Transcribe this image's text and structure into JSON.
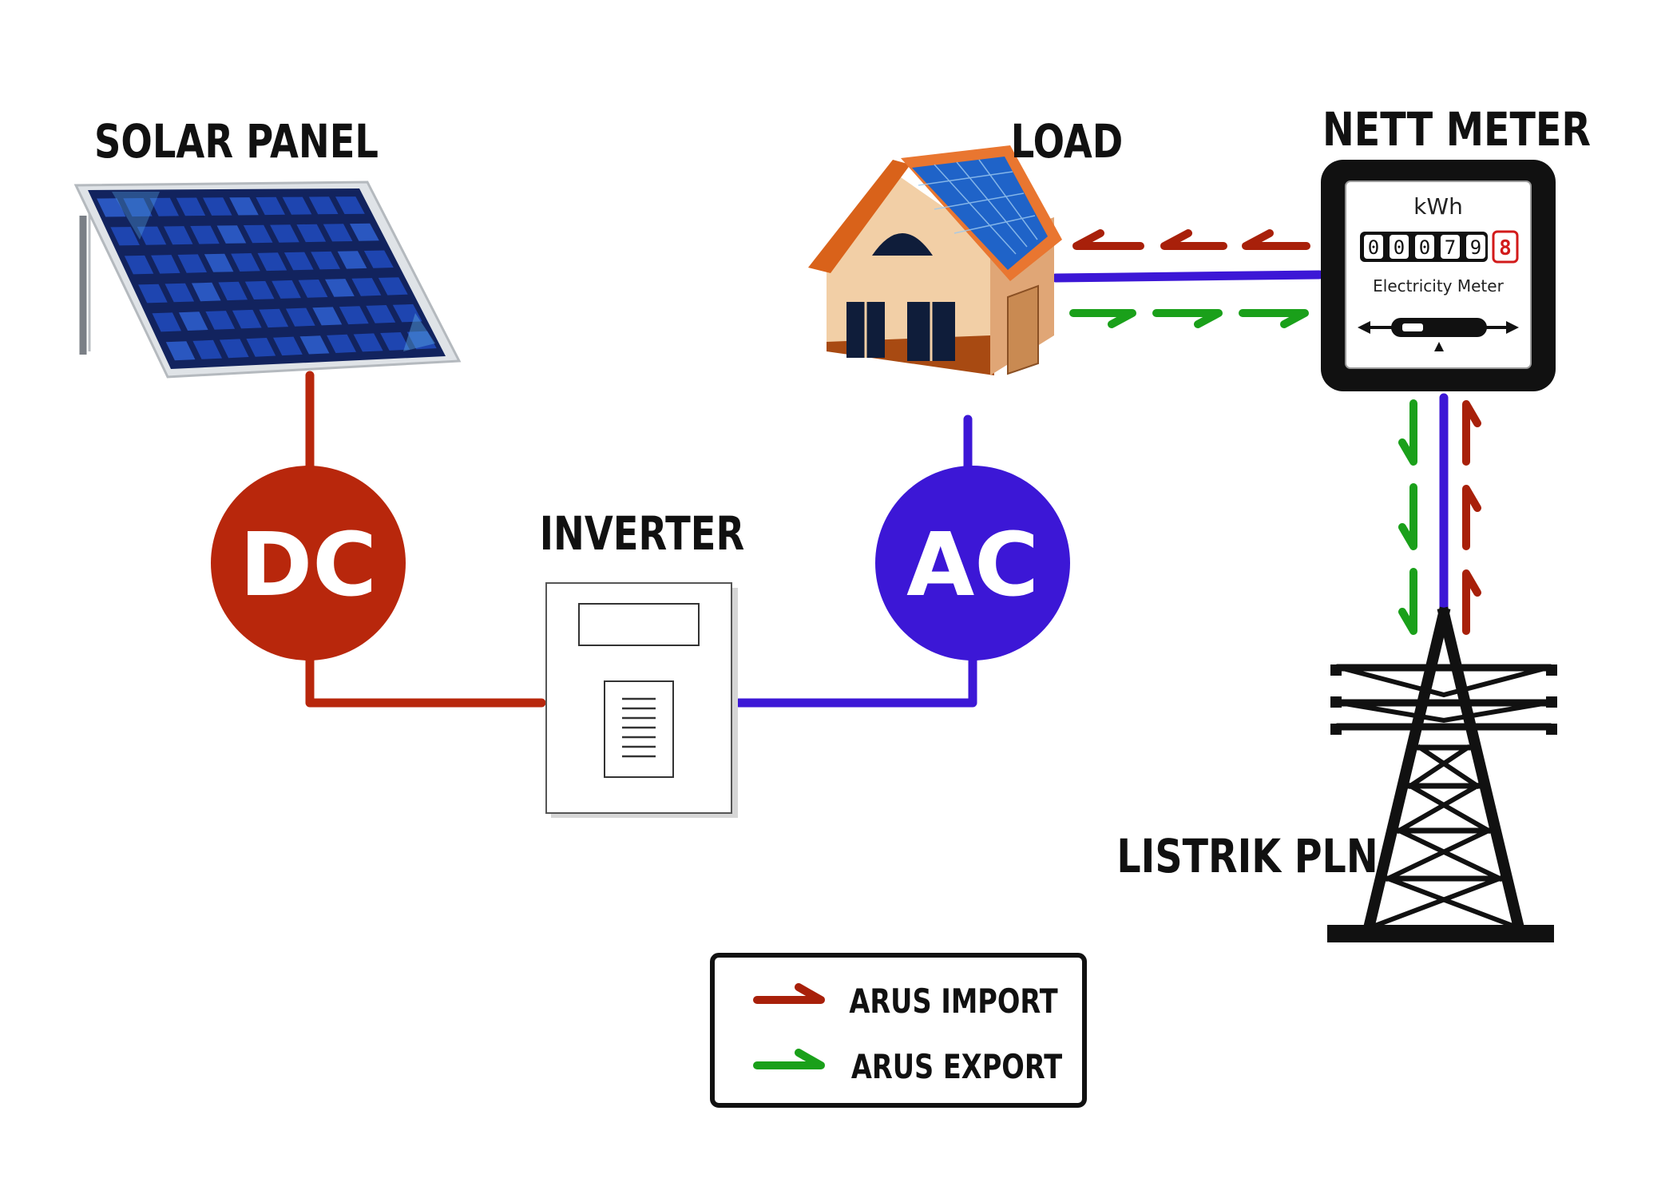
{
  "labels": {
    "solar_panel": "SOLAR PANEL",
    "load": "LOAD",
    "nett_meter": "NETT METER",
    "inverter": "INVERTER",
    "listrik_pln": "LISTRIK PLN",
    "dc": "DC",
    "ac": "AC"
  },
  "meter": {
    "unit": "kWh",
    "digits": [
      "0",
      "0",
      "0",
      "7",
      "9"
    ],
    "last_digit": "8",
    "caption": "Electricity Meter"
  },
  "legend": {
    "import_label": "ARUS IMPORT",
    "export_label": "ARUS EXPORT"
  },
  "colors": {
    "dc_red": "#b8270c",
    "ac_purple": "#3c17d6",
    "import_red": "#a8200a",
    "export_green": "#1aa01a",
    "panel_blue": "#1a3a9a",
    "roof_orange": "#d9621a"
  }
}
